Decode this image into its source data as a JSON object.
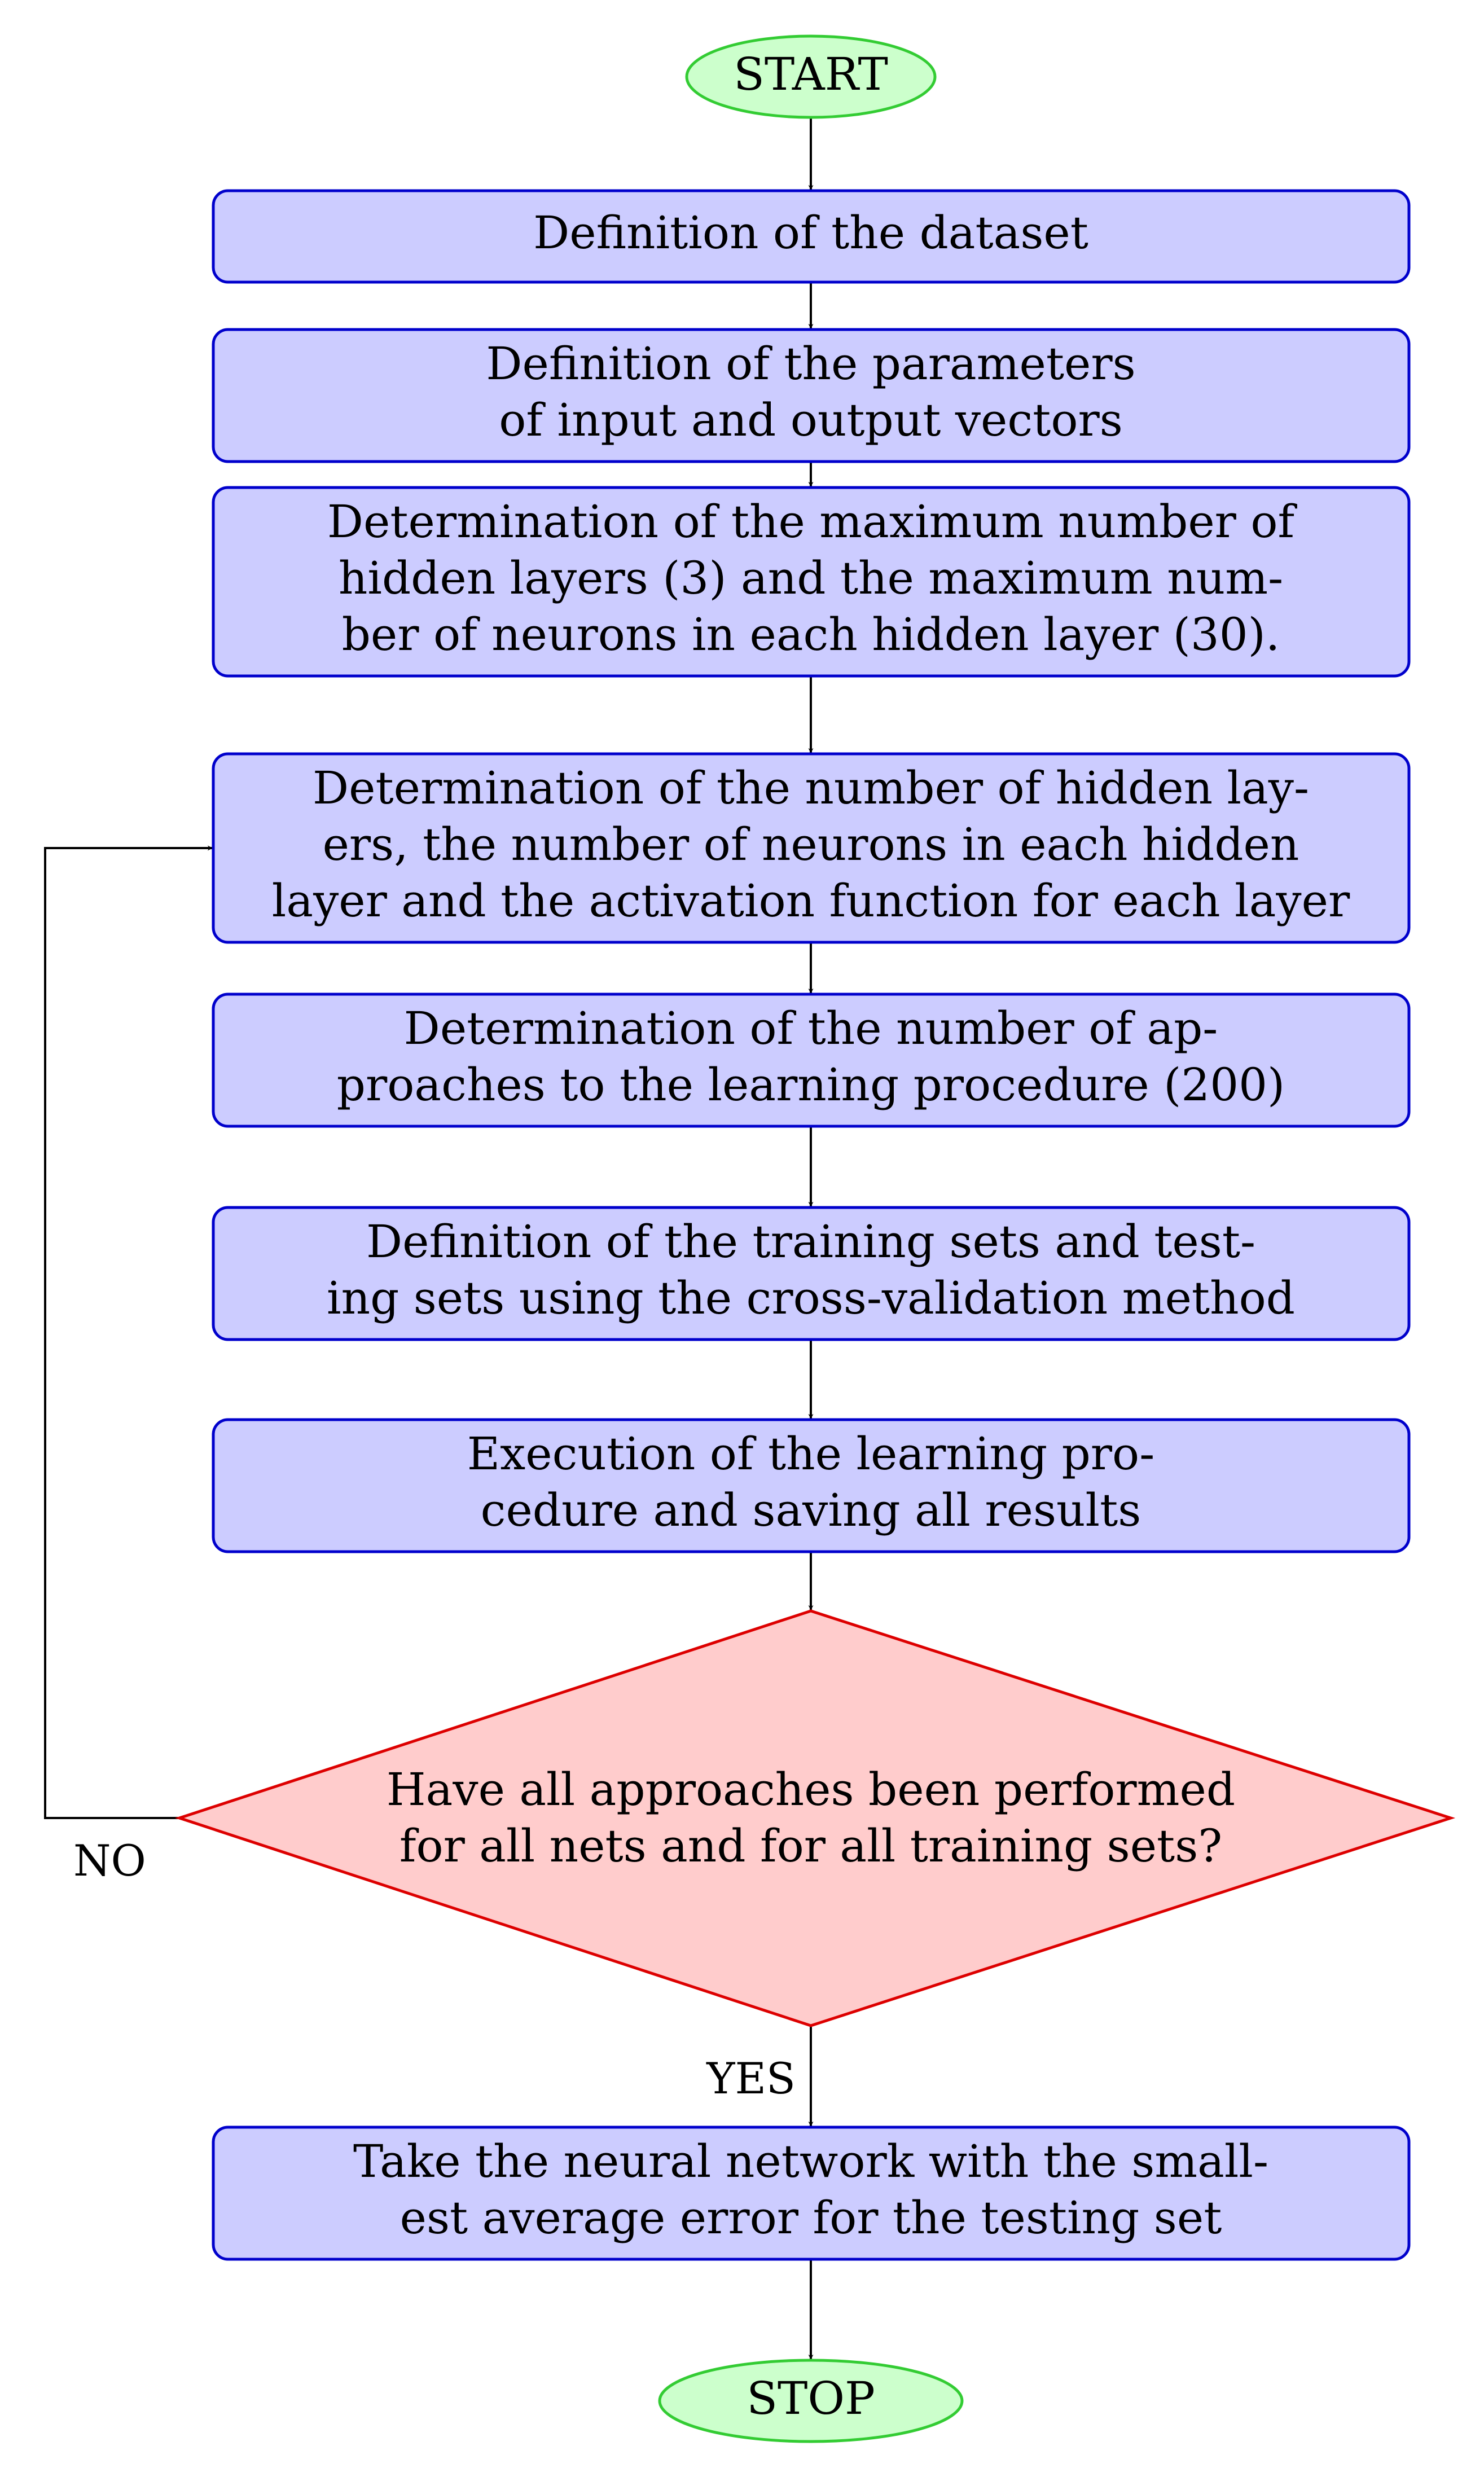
{
  "flowchart": {
    "start": {
      "label": "START",
      "fill": "#ccffcc",
      "stroke": "#33cc33"
    },
    "stop": {
      "label": "STOP",
      "fill": "#ccffcc",
      "stroke": "#33cc33"
    },
    "process_style": {
      "fill": "#ccccff",
      "stroke": "#0000cc"
    },
    "decision_style": {
      "fill": "#ffcccc",
      "stroke": "#dd0000"
    },
    "steps": [
      {
        "id": "define-dataset",
        "lines": [
          "Definition of the dataset"
        ]
      },
      {
        "id": "define-vectors",
        "lines": [
          "Definition of the parameters",
          "of input and output vectors"
        ]
      },
      {
        "id": "max-layers",
        "lines": [
          "Determination of the maximum number of",
          "hidden layers (3) and the maximum num-",
          "ber of neurons in each hidden layer (30)."
        ]
      },
      {
        "id": "hidden-layers",
        "lines": [
          "Determination of the number of hidden lay-",
          "ers, the number of neurons in each hidden",
          "layer and the activation function for each layer"
        ]
      },
      {
        "id": "approaches",
        "lines": [
          "Determination of the number of ap-",
          "proaches to the learning procedure (200)"
        ]
      },
      {
        "id": "training-sets",
        "lines": [
          "Definition of the training sets and test-",
          "ing sets using the cross-validation method"
        ]
      },
      {
        "id": "execution",
        "lines": [
          "Execution of the learning pro-",
          "cedure and saving all results"
        ]
      }
    ],
    "decision": {
      "lines": [
        "Have all approaches been performed",
        "for all nets and for all training sets?"
      ]
    },
    "final_step": {
      "lines": [
        "Take the neural network with the small-",
        "est average error for the testing set"
      ]
    },
    "edge_labels": {
      "no": "NO",
      "yes": "YES"
    }
  }
}
